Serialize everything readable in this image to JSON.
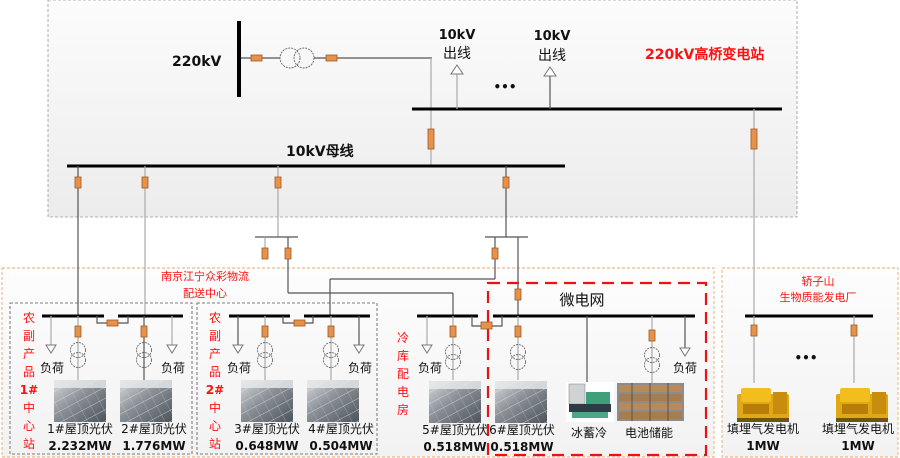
{
  "substation": {
    "title": "220kV高桥变电站",
    "hv_bus_label": "220kV",
    "lv_bus_label": "10kV母线",
    "outgoing_feeders": [
      {
        "line1": "10kV",
        "line2": "出线"
      },
      {
        "line1": "10kV",
        "line2": "出线"
      }
    ],
    "ellipsis": "•••"
  },
  "logistics_center": {
    "title_line1": "南京江宁众彩物流",
    "title_line2": "配送中心",
    "stations": [
      {
        "name_chars": [
          "农",
          "副",
          "产",
          "品",
          "1#",
          "中",
          "心",
          "站"
        ],
        "load_label_left": "负荷",
        "load_label_right": "负荷",
        "pv": [
          {
            "name": "1#屋顶光伏",
            "capacity": "2.232MW"
          },
          {
            "name": "2#屋顶光伏",
            "capacity": "1.776MW"
          }
        ]
      },
      {
        "name_chars": [
          "农",
          "副",
          "产",
          "品",
          "2#",
          "中",
          "心",
          "站"
        ],
        "load_label_left": "负荷",
        "load_label_right": "负荷",
        "pv": [
          {
            "name": "3#屋顶光伏",
            "capacity": "0.648MW"
          },
          {
            "name": "4#屋顶光伏",
            "capacity": "0.504MW"
          }
        ]
      }
    ],
    "cold_storage": {
      "name_chars": [
        "冷",
        "库",
        "配",
        "电",
        "房"
      ],
      "load_label": "负荷",
      "pv": {
        "name": "5#屋顶光伏",
        "capacity": "0.518MW"
      }
    },
    "microgrid": {
      "title": "微电网",
      "pv": {
        "name": "6#屋顶光伏",
        "capacity": "0.518MW"
      },
      "ice_storage": "冰蓄冷",
      "battery": "电池储能",
      "load_label": "负荷"
    }
  },
  "biomass_plant": {
    "title_line1": "轿子山",
    "title_line2": "生物质能发电厂",
    "ellipsis": "•••",
    "generators": [
      {
        "name": "填埋气发电机",
        "capacity": "1MW"
      },
      {
        "name": "填埋气发电机",
        "capacity": "1MW"
      }
    ]
  },
  "colors": {
    "breaker": "#e8914a",
    "label_red": "#ff1010",
    "microgrid_border": "#ee1111",
    "region_border": "#f0a868"
  }
}
